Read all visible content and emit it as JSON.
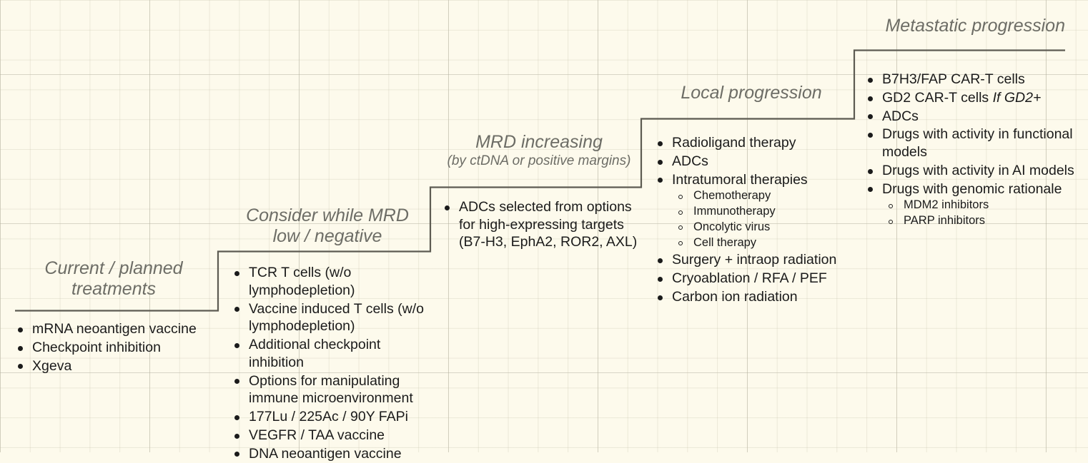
{
  "canvas": {
    "background_color": "#fdfaec",
    "grid_color": "#c4c0aa",
    "line_color": "#5d5b52",
    "heading_color": "#6d6d66",
    "body_color": "#1b1b1b"
  },
  "columns": [
    {
      "id": "current-planned-treatments",
      "heading": "Current / planned\ntreatments",
      "subheading": "",
      "items": [
        {
          "text": "mRNA neoantigen vaccine",
          "sub": []
        },
        {
          "text": "Checkpoint inhibition",
          "sub": []
        },
        {
          "text": "Xgeva",
          "sub": []
        }
      ]
    },
    {
      "id": "consider-while-mrd-low-negative",
      "heading": "Consider while MRD\nlow / negative",
      "subheading": "",
      "items": [
        {
          "text": "TCR T cells (w/o lymphodepletion)",
          "sub": []
        },
        {
          "text": "Vaccine induced T cells (w/o lymphodepletion)",
          "sub": []
        },
        {
          "text": "Additional checkpoint inhibition",
          "sub": []
        },
        {
          "text": "Options for manipulating immune microenvironment",
          "sub": []
        },
        {
          "text": "177Lu / 225Ac / 90Y FAPi",
          "sub": []
        },
        {
          "text": "VEGFR / TAA vaccine",
          "sub": []
        },
        {
          "text": "DNA neoantigen vaccine",
          "sub": []
        }
      ]
    },
    {
      "id": "mrd-increasing",
      "heading": "MRD increasing",
      "subheading": "(by ctDNA or positive margins)",
      "items": [
        {
          "text": "ADCs selected from options for high-expressing targets (B7-H3, EphA2, ROR2, AXL)",
          "sub": []
        }
      ]
    },
    {
      "id": "local-progression",
      "heading": "Local progression",
      "subheading": "",
      "items": [
        {
          "text": "Radioligand therapy",
          "sub": []
        },
        {
          "text": "ADCs",
          "sub": []
        },
        {
          "text": "Intratumoral therapies",
          "sub": [
            "Chemotherapy",
            "Immunotherapy",
            "Oncolytic virus",
            "Cell therapy"
          ]
        },
        {
          "text": "Surgery + intraop radiation",
          "sub": []
        },
        {
          "text": "Cryoablation / RFA / PEF",
          "sub": []
        },
        {
          "text": "Carbon ion radiation",
          "sub": []
        }
      ]
    },
    {
      "id": "metastatic-progression",
      "heading": "Metastatic progression",
      "subheading": "",
      "items": [
        {
          "text": "B7H3/FAP CAR-T cells",
          "sub": []
        },
        {
          "text": "GD2 CAR-T cells ",
          "emphasis": "If GD2+",
          "sub": []
        },
        {
          "text": "ADCs",
          "sub": []
        },
        {
          "text": "Drugs with activity in functional models",
          "sub": []
        },
        {
          "text": "Drugs with activity in AI models",
          "sub": []
        },
        {
          "text": "Drugs with genomic rationale",
          "sub": [
            "MDM2 inhibitors",
            "PARP inhibitors"
          ]
        }
      ]
    }
  ]
}
